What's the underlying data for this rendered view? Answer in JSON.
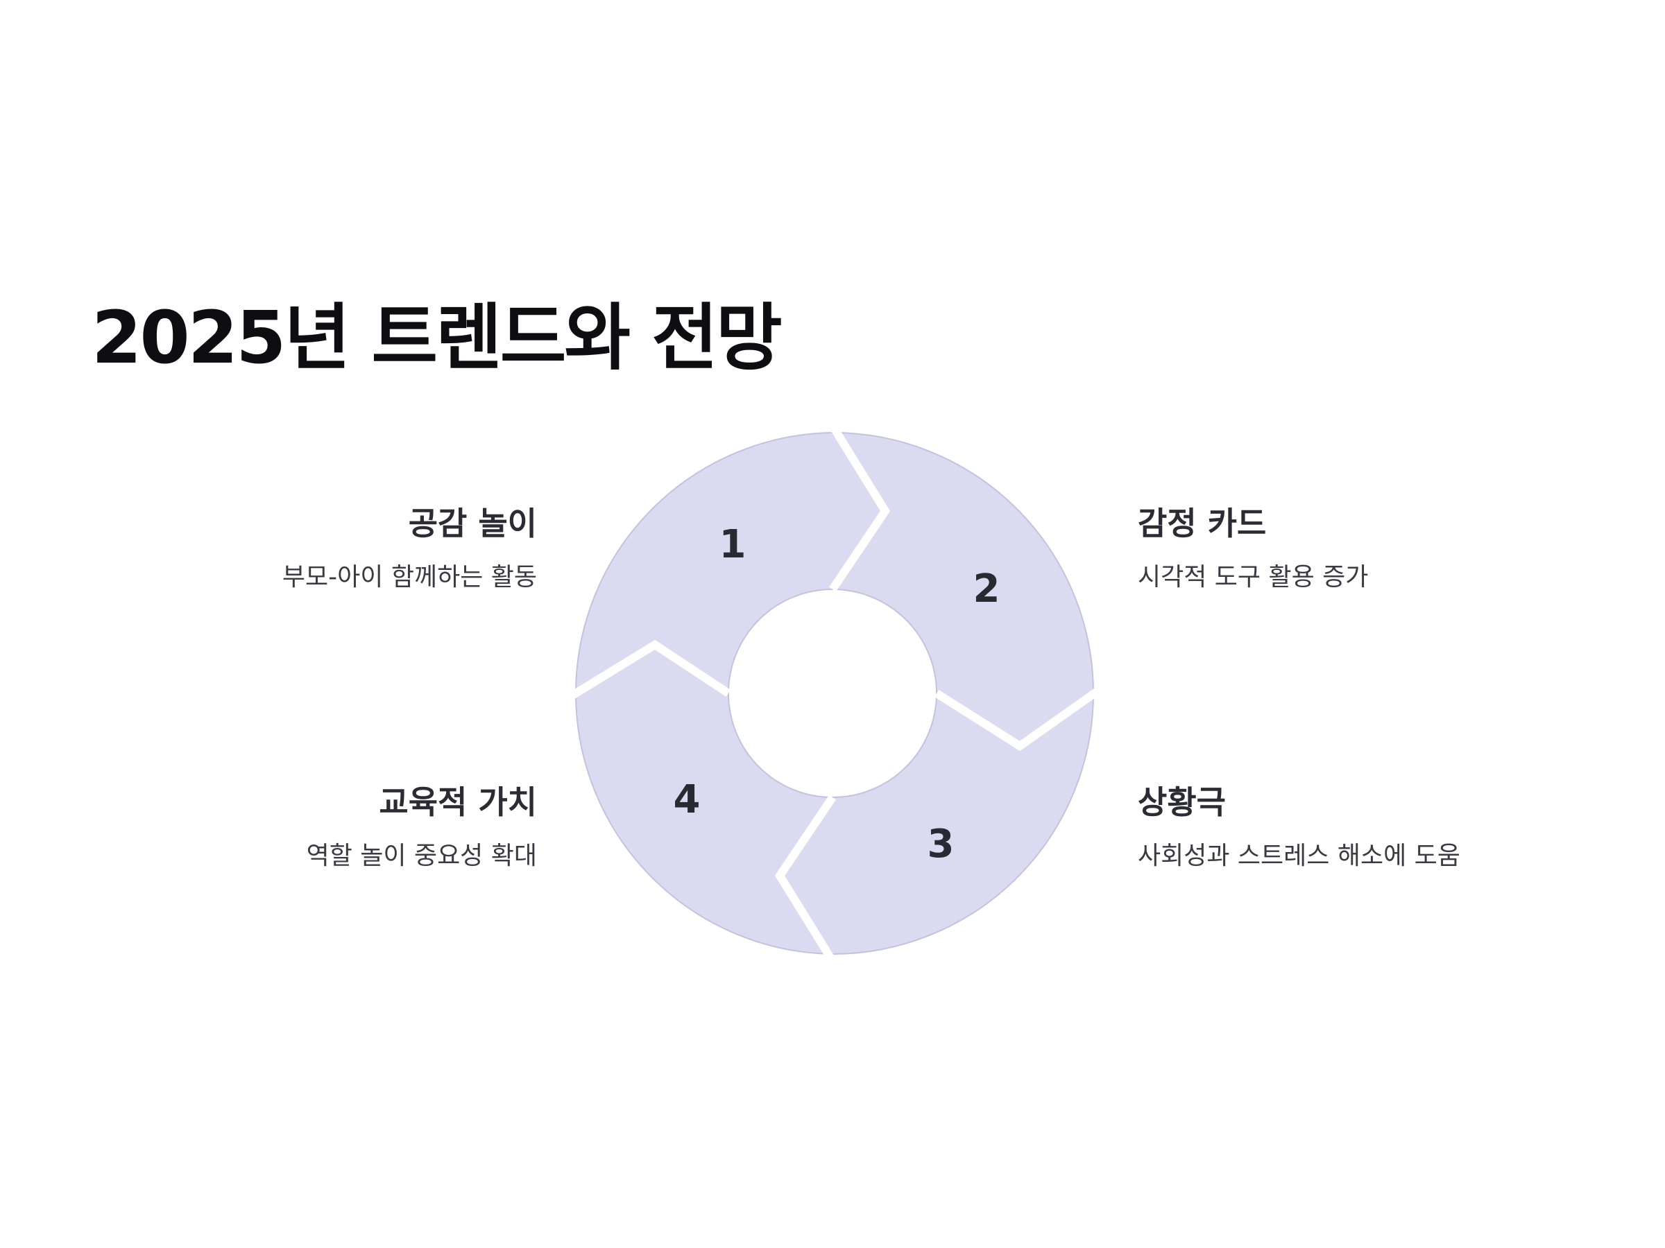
{
  "title": "2025년 트렌드와 전망",
  "colors": {
    "segment_fill": "#dadaf0",
    "segment_stroke": "#c3c3de",
    "title_text": "#0d0d12",
    "body_text": "#2b2b33"
  },
  "segments": [
    {
      "number": "1",
      "title": "공감 놀이",
      "description": "부모-아이 함께하는 활동"
    },
    {
      "number": "2",
      "title": "감정 카드",
      "description": "시각적 도구 활용 증가"
    },
    {
      "number": "3",
      "title": "상황극",
      "description": "사회성과 스트레스 해소에 도움"
    },
    {
      "number": "4",
      "title": "교육적 가치",
      "description": "역할 놀이 중요성 확대"
    }
  ]
}
